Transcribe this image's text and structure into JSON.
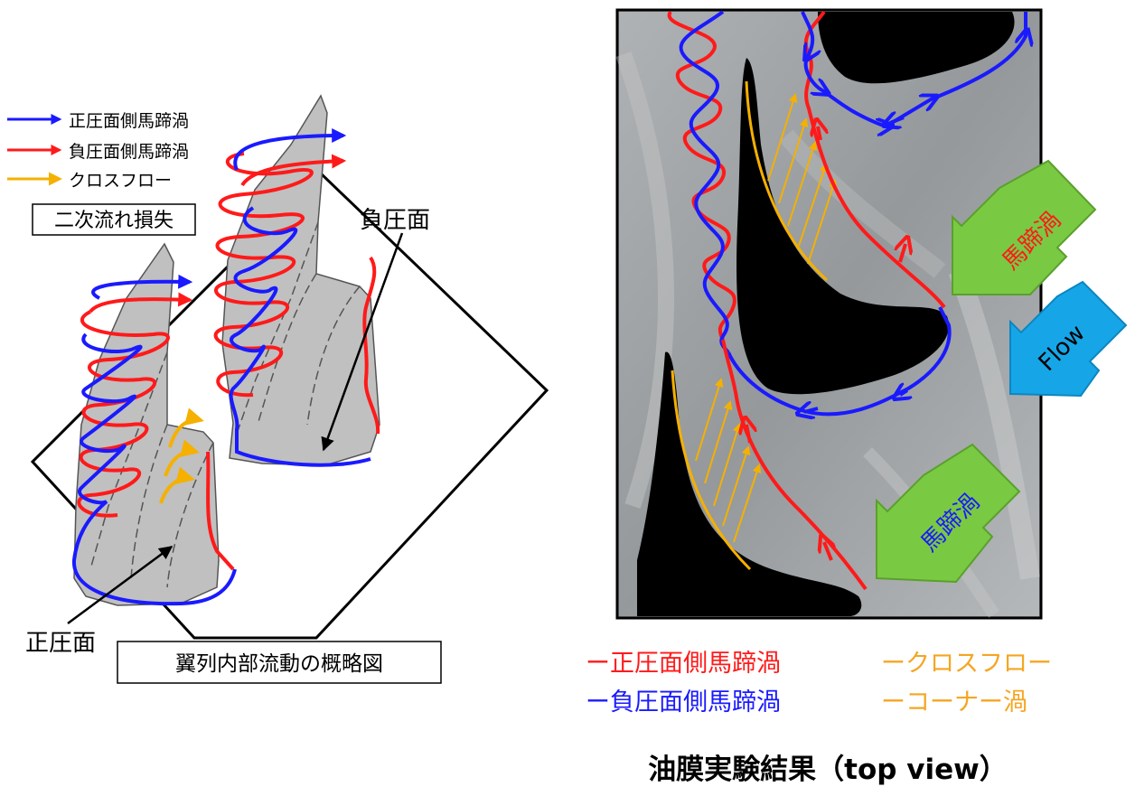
{
  "schematic": {
    "legend": [
      {
        "label": "正圧面側馬蹄渦",
        "color": "#1a1aff"
      },
      {
        "label": "負圧面側馬蹄渦",
        "color": "#ff1a1a"
      },
      {
        "label": "クロスフロー",
        "color": "#f5b000"
      }
    ],
    "loss_label": "二次流れ損失",
    "suction_surface_label": "負圧面",
    "pressure_surface_label": "正圧面",
    "caption": "翼列内部流動の概略図"
  },
  "photo": {
    "arrow_labels": {
      "horseshoe_top": "馬蹄渦",
      "flow": "Flow",
      "horseshoe_bottom": "馬蹄渦"
    },
    "legend": [
      {
        "label": "ー正圧面側馬蹄渦",
        "color": "#ff1a1a"
      },
      {
        "label": "ー負圧面側馬蹄渦",
        "color": "#1a1aff"
      },
      {
        "label": "ークロスフロー",
        "color": "#f5a623"
      },
      {
        "label": "ーコーナー渦",
        "color": "#f5a623"
      }
    ],
    "caption": "油膜実験結果（top view）"
  },
  "colors": {
    "pressure_vortex": "#1a1aff",
    "suction_vortex": "#ff1a1a",
    "cross_flow": "#f5b000",
    "green_arrow": "#7ac943",
    "blue_arrow": "#16a6e8"
  }
}
